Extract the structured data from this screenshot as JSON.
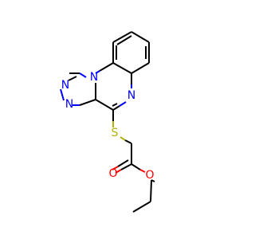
{
  "molecule": {
    "atoms": {
      "n_triazole_top": {
        "label": "N",
        "color": "#0000ff"
      },
      "n_triazole_left": {
        "label": "N",
        "color": "#0000ff"
      },
      "n_fused": {
        "label": "N",
        "color": "#0000ff"
      },
      "n_pyrazine": {
        "label": "N",
        "color": "#0000ff"
      },
      "sulfur": {
        "label": "S",
        "color": "#b3b300"
      },
      "o_carbonyl": {
        "label": "O",
        "color": "#ff0000"
      },
      "o_ester": {
        "label": "O",
        "color": "#ff0000"
      }
    }
  }
}
